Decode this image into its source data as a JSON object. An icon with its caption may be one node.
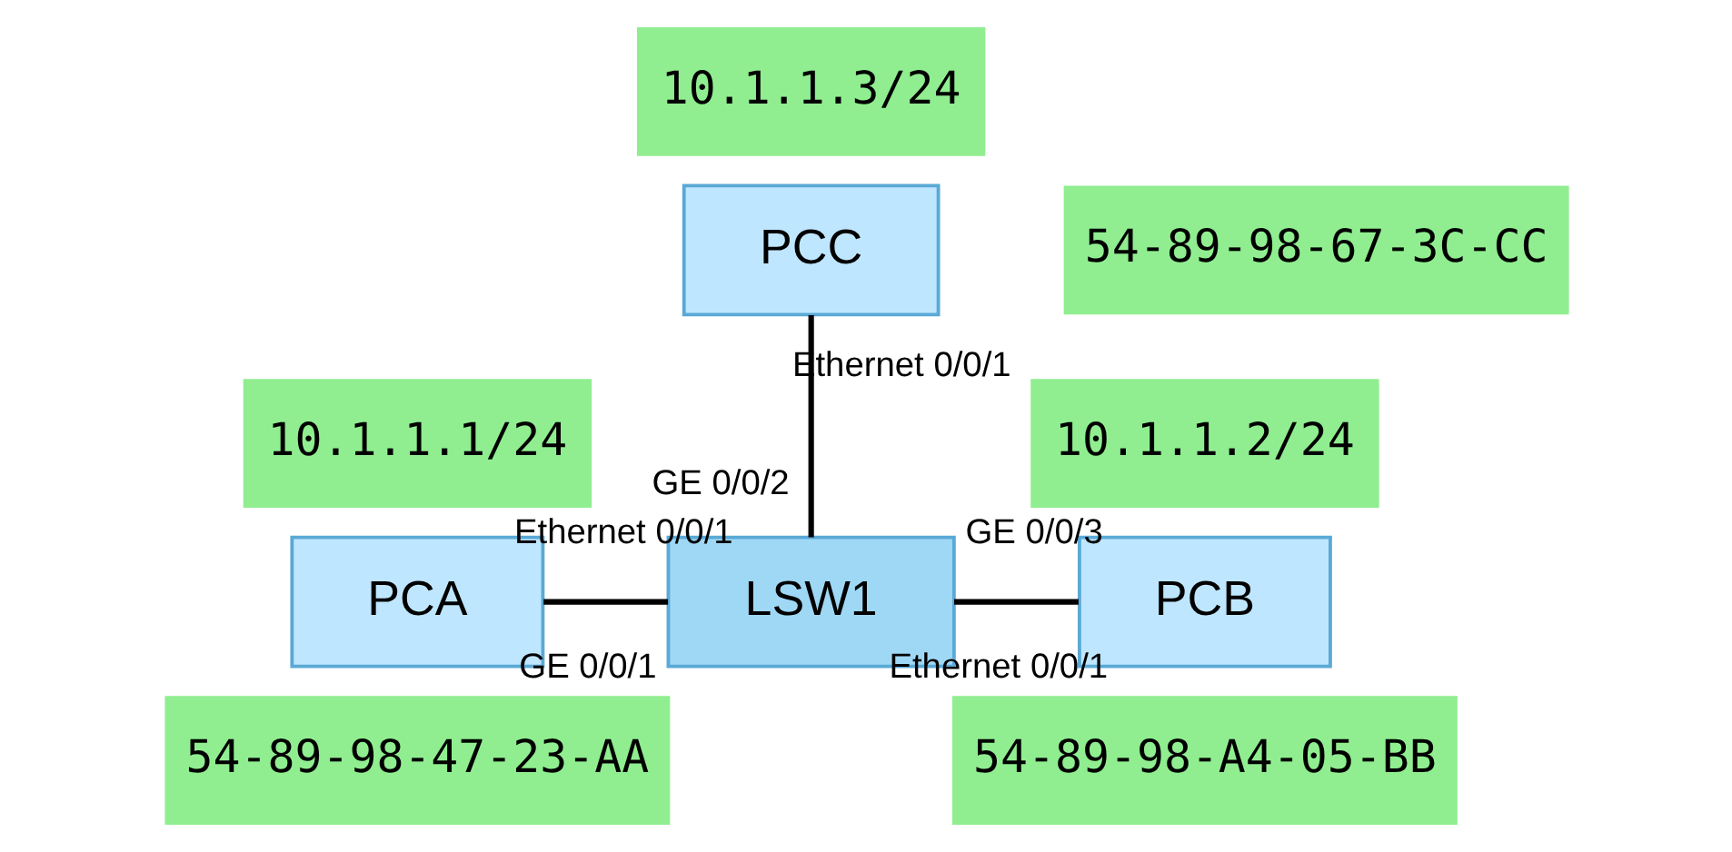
{
  "diagram": {
    "nodes": [
      {
        "text": [
          "PCC"
        ],
        "beside": [
          "10.1.1.3/24",
          "54-89-98-67-3C-CC"
        ]
      },
      {
        "text": [
          "PCA"
        ],
        "beside": [
          "10.1.1.1/24",
          "54-89-98-47-23-AA"
        ]
      },
      {
        "text": [
          "LSW1"
        ]
      },
      {
        "text": [
          "PCB"
        ],
        "beside": [
          "10.1.1.2/24",
          "54-89-98-A4-05-BB"
        ]
      }
    ],
    "edges": [
      {
        "from": 0,
        "to": 2,
        "arrow": "none"
      },
      {
        "from": 1,
        "to": 2,
        "arrow": "none"
      },
      {
        "from": 2,
        "to": 3,
        "arrow": "none"
      }
    ],
    "labels": [
      "Ethernet 0/0/1",
      "GE 0/0/2",
      "Ethernet 0/0/1",
      "GE 0/0/1",
      "GE 0/0/3",
      "Ethernet 0/0/1"
    ]
  }
}
